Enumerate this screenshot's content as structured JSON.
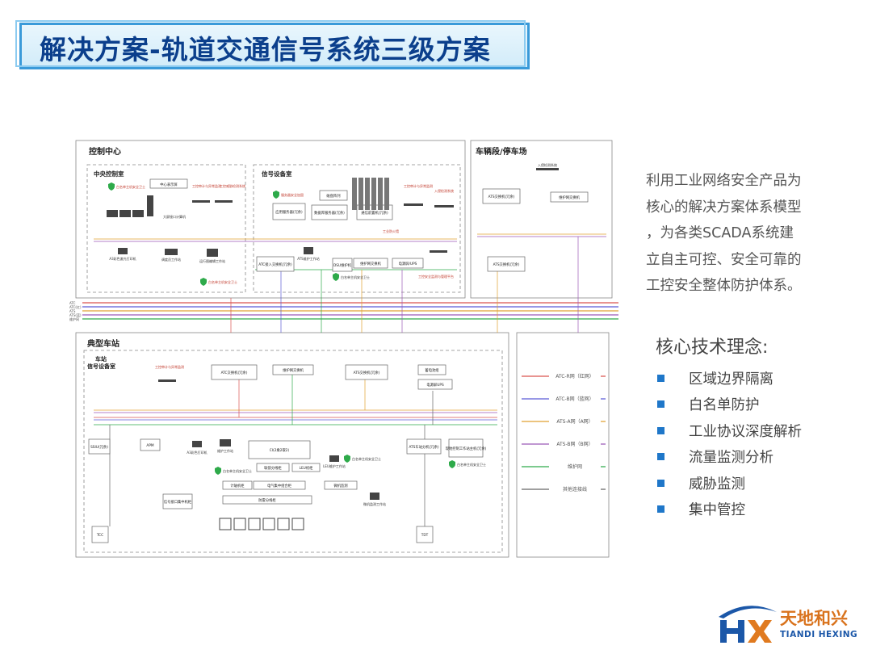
{
  "title": "解决方案-轨道交通信号系统三级方案",
  "intro_lines": [
    "利用工业网络安全产品为",
    "核心的解决方案体系模型",
    "，为各类SCADA系统建",
    "立自主可控、安全可靠的",
    "工控安全整体防护体系。"
  ],
  "concepts": {
    "title": "核心技术理念:",
    "items": [
      "区域边界隔离",
      "白名单防护",
      "工业协议深度解析",
      "流量监测分析",
      "威胁监测",
      "集中管控"
    ]
  },
  "logo": {
    "cn": "天地和兴",
    "en": "TIANDI HEXING"
  },
  "diagram": {
    "control_center": "控制中心",
    "central_room": "中央控制室",
    "signal_room": "信号设备室",
    "depot": "车辆段/停车场",
    "station": "典型车站",
    "station_room": "车站\n信号设备室",
    "boxes": {
      "center_display": "中心表示屏",
      "large_screen": "大屏接口计算机",
      "app_server": "应用服务器(冗余)",
      "db_server": "数据库服务器(冗余)",
      "comm_front": "通信前置机(冗余)",
      "backup": "磁盘阵列",
      "atc_access": "ATC接入交换机(冗余)",
      "dsu": "DSU维护机",
      "maint_switch": "维护网交换机",
      "ups_center": "电源屏/UPS",
      "ats_switch_depot": "ATS交换机(冗余)",
      "maint_switch_depot": "维护网交换机",
      "ats_switch_depot2": "ATS交换机(冗余)",
      "atc_switch_station": "ATC交换机(冗余)",
      "maint_switch_station": "维护网交换机",
      "ats_switch_station": "ATS交换机(冗余)",
      "ups_station": "电源屏UPS",
      "power": "蓄电池组",
      "ssiu": "SSIU(冗余)",
      "apm": "APM",
      "ci": "CI(2乘2取2)",
      "ats_sub": "ATS车站分机(冗余)",
      "station_ws": "现地控制工作站主机(冗余)",
      "ecid": "联锁分线柜",
      "leu": "LEU机柜",
      "relay": "计轴机柜",
      "elec": "电气集中组合柜",
      "micro": "微机监测",
      "interface": "信号接口集中机柜",
      "dist": "防雷分线柜",
      "tcc": "TCC",
      "tdt": "TDT",
      "ats_terminal": "ATS维护工作站",
      "printer": "A3彩色激光打印机",
      "dispatcher": "调度员工作站",
      "maint_ws": "运行图编辑工作站",
      "leu_ws": "LEU维护工作站",
      "monitor_ws": "微机监测工作站",
      "a3_printer2": "A3彩色打印机",
      "maint_ws2": "维护工作站"
    },
    "badges": {
      "wl1": "白名单主机安全卫士",
      "wl2": "白名单主机安全卫士",
      "wl3": "白名单主机安全卫士",
      "wl4": "白名单主机安全卫士",
      "wl5": "白名单主机安全卫士",
      "wl6": "白名单主机安全卫士",
      "isolation": "服务器安全加固",
      "audit1": "工控审计与异常监测",
      "audit2": "工控威胁检测系统",
      "firewall": "工业防火墙",
      "audit3": "工控审计与异常监测",
      "mgmt": "入侵检测系统",
      "sec_mgmt": "工控安全监测与管理平台",
      "station_audit": "工控审计与异常监测"
    },
    "depot_top": "入侵检测系统",
    "bus_labels": [
      "ATC",
      "ATC(红)",
      "ATS",
      "ATS(蓝)",
      "维护网"
    ],
    "legend": [
      {
        "label": "ATC-R网（红网）",
        "color": "#d9534f"
      },
      {
        "label": "ATC-B网（蓝网）",
        "color": "#5a5ad6"
      },
      {
        "label": "ATS-A网（A网）",
        "color": "#e0a030"
      },
      {
        "label": "ATS-B网（B网）",
        "color": "#9b59b6"
      },
      {
        "label": "维护网",
        "color": "#2eaa4a"
      },
      {
        "label": "其他连接线",
        "color": "#666666"
      }
    ]
  }
}
